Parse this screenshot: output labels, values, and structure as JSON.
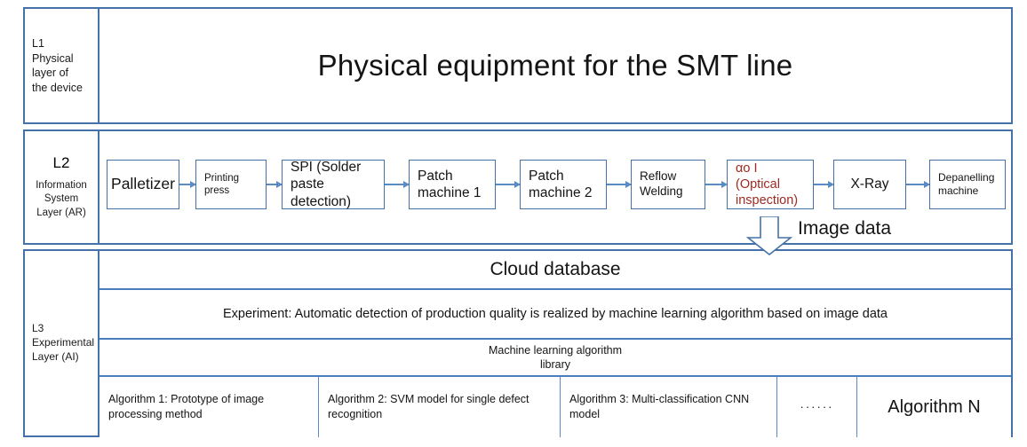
{
  "diagram": {
    "title": "Physical equipment for the SMT line",
    "accent_color": "#4472A8",
    "arrow_color": "#5B8BC4",
    "aoi_text_color": "#9E2A21"
  },
  "layers": {
    "l1": {
      "code": "L1",
      "desc_line1": "Physical",
      "desc_line2": "layer of",
      "desc_line3": "the device",
      "title": "Physical equipment for the SMT line"
    },
    "l2": {
      "code": "L2",
      "desc_line1": "Information",
      "desc_line2": "System",
      "desc_line3": "Layer (AR)",
      "image_data_label": "Image data",
      "steps": [
        {
          "name": "palletizer",
          "label": "Palletizer"
        },
        {
          "name": "printing-press",
          "label": "Printing\npress"
        },
        {
          "name": "spi",
          "label": "SPI (Solder\npaste detection)"
        },
        {
          "name": "patch-machine-1",
          "label": "Patch\nmachine 1"
        },
        {
          "name": "patch-machine-2",
          "label": "Patch\nmachine 2"
        },
        {
          "name": "reflow-welding",
          "label": "Reflow\nWelding"
        },
        {
          "name": "aoi-optical-inspection",
          "label": "αo I\n(Optical\ninspection)"
        },
        {
          "name": "x-ray",
          "label": "X-Ray"
        },
        {
          "name": "depanelling-machine",
          "label": "Depanelling\nmachine"
        }
      ]
    },
    "l3": {
      "code": "L3",
      "desc_line1": "Experimental",
      "desc_line2": "Layer (AI)",
      "cloud_database": "Cloud database",
      "experiment": "Experiment: Automatic detection of production quality is realized by machine learning algorithm based on image data",
      "library_line1": "Machine learning algorithm",
      "library_line2": "library",
      "algorithms": [
        {
          "name": "algorithm-1",
          "label": "Algorithm 1: Prototype of image processing method"
        },
        {
          "name": "algorithm-2",
          "label": "Algorithm 2: SVM model for single defect recognition"
        },
        {
          "name": "algorithm-3",
          "label": "Algorithm 3: Multi-classification CNN model"
        },
        {
          "name": "algorithm-ellipsis",
          "label": "······"
        },
        {
          "name": "algorithm-n",
          "label": "Algorithm N"
        }
      ]
    }
  }
}
